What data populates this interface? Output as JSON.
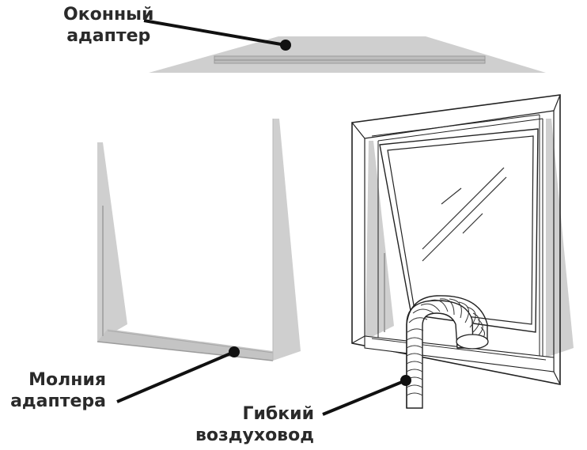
{
  "labels": {
    "window_adapter": {
      "line1": "Оконный",
      "line2": "адаптер"
    },
    "adapter_zipper": {
      "line1": "Молния",
      "line2": "адаптера"
    },
    "flexible_duct": {
      "line1": "Гибкий",
      "line2": "воздуховод"
    }
  },
  "colors": {
    "panel_fill": "#cfcfcf",
    "panel_inner": "#bcbcbc",
    "outline": "#222222",
    "leader": "#111111",
    "background": "#ffffff",
    "glass": "#ffffff"
  }
}
